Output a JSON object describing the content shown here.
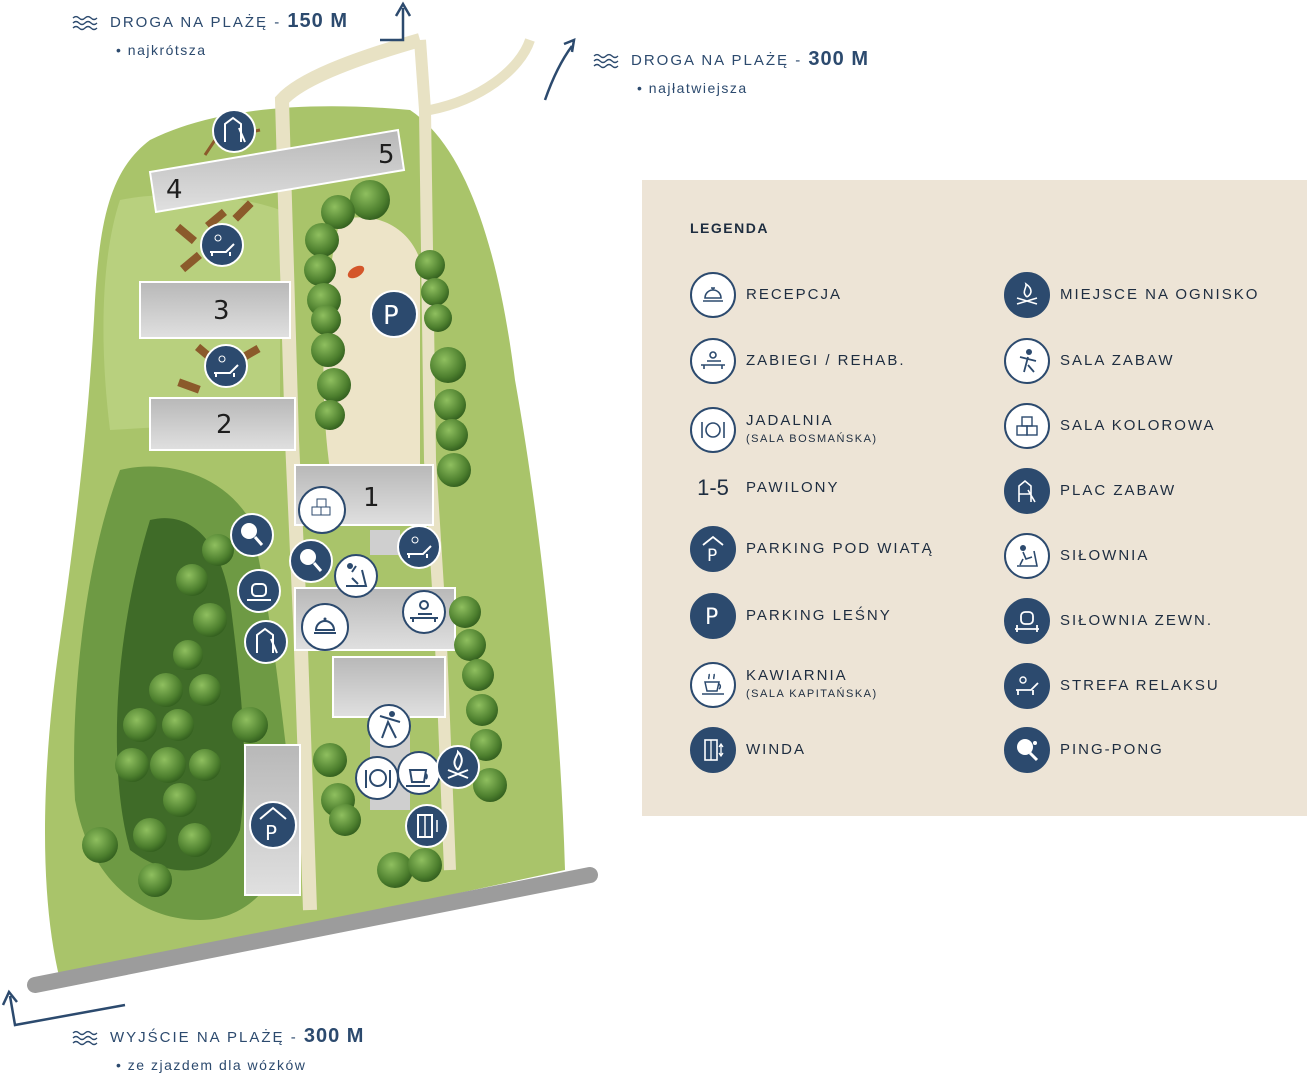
{
  "routes": {
    "top_left": {
      "label": "DROGA NA PLAŻĘ -",
      "distance": "150 m",
      "note": "• najkrótsza"
    },
    "top_right": {
      "label": "DROGA NA PLAŻĘ -",
      "distance": "300 m",
      "note": "• najłatwiejsza"
    },
    "bottom": {
      "label": "WYJŚCIE NA PLAŻĘ -",
      "distance": "300 m",
      "note": "• ze zjazdem dla wózków"
    }
  },
  "pavilions": {
    "p1": "1",
    "p2": "2",
    "p3": "3",
    "p4": "4",
    "p5": "5"
  },
  "legend": {
    "title": "LEGENDA",
    "left": [
      {
        "icon": "reception-bell-icon",
        "label": "RECEPCJA",
        "sub": ""
      },
      {
        "icon": "massage-icon",
        "label": "ZABIEGI / REHAB.",
        "sub": ""
      },
      {
        "icon": "plate-cutlery-icon",
        "label": "JADALNIA",
        "sub": "(SALA BOSMAŃSKA)"
      },
      {
        "icon": "pavilion-number",
        "symbol": "1-5",
        "label": "PAWILONY",
        "sub": ""
      },
      {
        "icon": "covered-parking-icon",
        "label": "PARKING POD WIATĄ",
        "sub": ""
      },
      {
        "icon": "parking-icon",
        "label": "PARKING LEŚNY",
        "sub": ""
      },
      {
        "icon": "coffee-cup-icon",
        "label": "KAWIARNIA",
        "sub": "(SALA KAPITAŃSKA)"
      },
      {
        "icon": "elevator-icon",
        "label": "WINDA",
        "sub": ""
      }
    ],
    "right": [
      {
        "icon": "campfire-icon",
        "label": "MIEJSCE NA OGNISKO"
      },
      {
        "icon": "playroom-icon",
        "label": "SALA ZABAW"
      },
      {
        "icon": "blocks-icon",
        "label": "SALA KOLOROWA"
      },
      {
        "icon": "playground-icon",
        "label": "PLAC ZABAW"
      },
      {
        "icon": "gym-icon",
        "label": "SIŁOWNIA"
      },
      {
        "icon": "outdoor-gym-icon",
        "label": "SIŁOWNIA ZEWN."
      },
      {
        "icon": "sunbed-icon",
        "label": "STREFA RELAKSU"
      },
      {
        "icon": "ping-pong-icon",
        "label": "PING-PONG"
      }
    ]
  },
  "colors": {
    "navy": "#2c4a6e",
    "beige": "#ede4d6",
    "grass": "#a9c46a",
    "forest": "#5d8a3a",
    "building": "#c8c8c8"
  }
}
